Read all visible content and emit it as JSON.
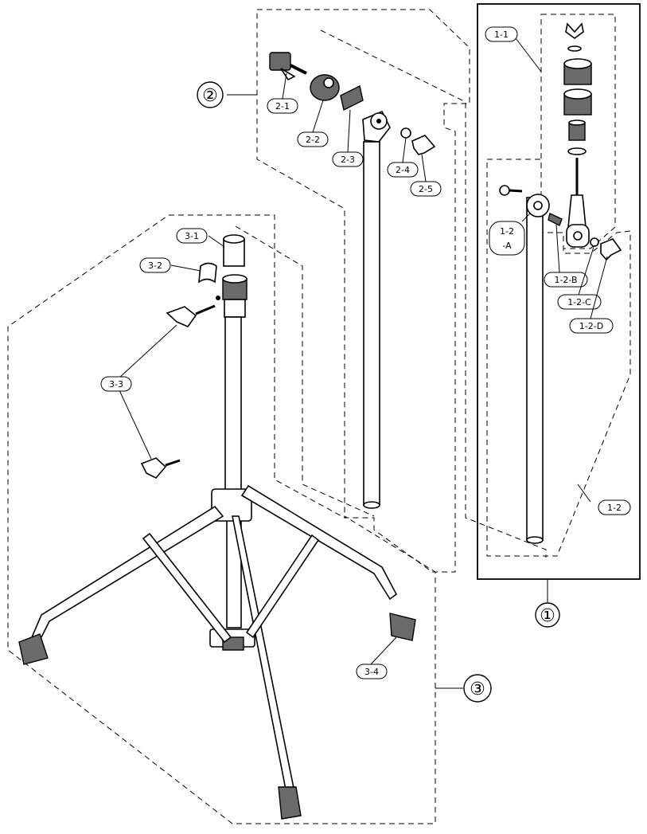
{
  "groups": [
    {
      "key": "g1",
      "number": "①"
    },
    {
      "key": "g2",
      "number": "②"
    },
    {
      "key": "g3",
      "number": "③"
    }
  ],
  "labels": [
    {
      "key": "l_1_1",
      "text": "1-1"
    },
    {
      "key": "l_1_2a",
      "text": "1-2"
    },
    {
      "key": "l_1_2a_sub",
      "text": "-A"
    },
    {
      "key": "l_1_2b",
      "text": "1-2-B"
    },
    {
      "key": "l_1_2c",
      "text": "1-2-C"
    },
    {
      "key": "l_1_2d",
      "text": "1-2-D"
    },
    {
      "key": "l_1_2",
      "text": "1-2"
    },
    {
      "key": "l_2_1",
      "text": "2-1"
    },
    {
      "key": "l_2_2",
      "text": "2-2"
    },
    {
      "key": "l_2_3",
      "text": "2-3"
    },
    {
      "key": "l_2_4",
      "text": "2-4"
    },
    {
      "key": "l_2_5",
      "text": "2-5"
    },
    {
      "key": "l_3_1",
      "text": "3-1"
    },
    {
      "key": "l_3_2",
      "text": "3-2"
    },
    {
      "key": "l_3_3",
      "text": "3-3"
    },
    {
      "key": "l_3_4",
      "text": "3-4"
    }
  ]
}
